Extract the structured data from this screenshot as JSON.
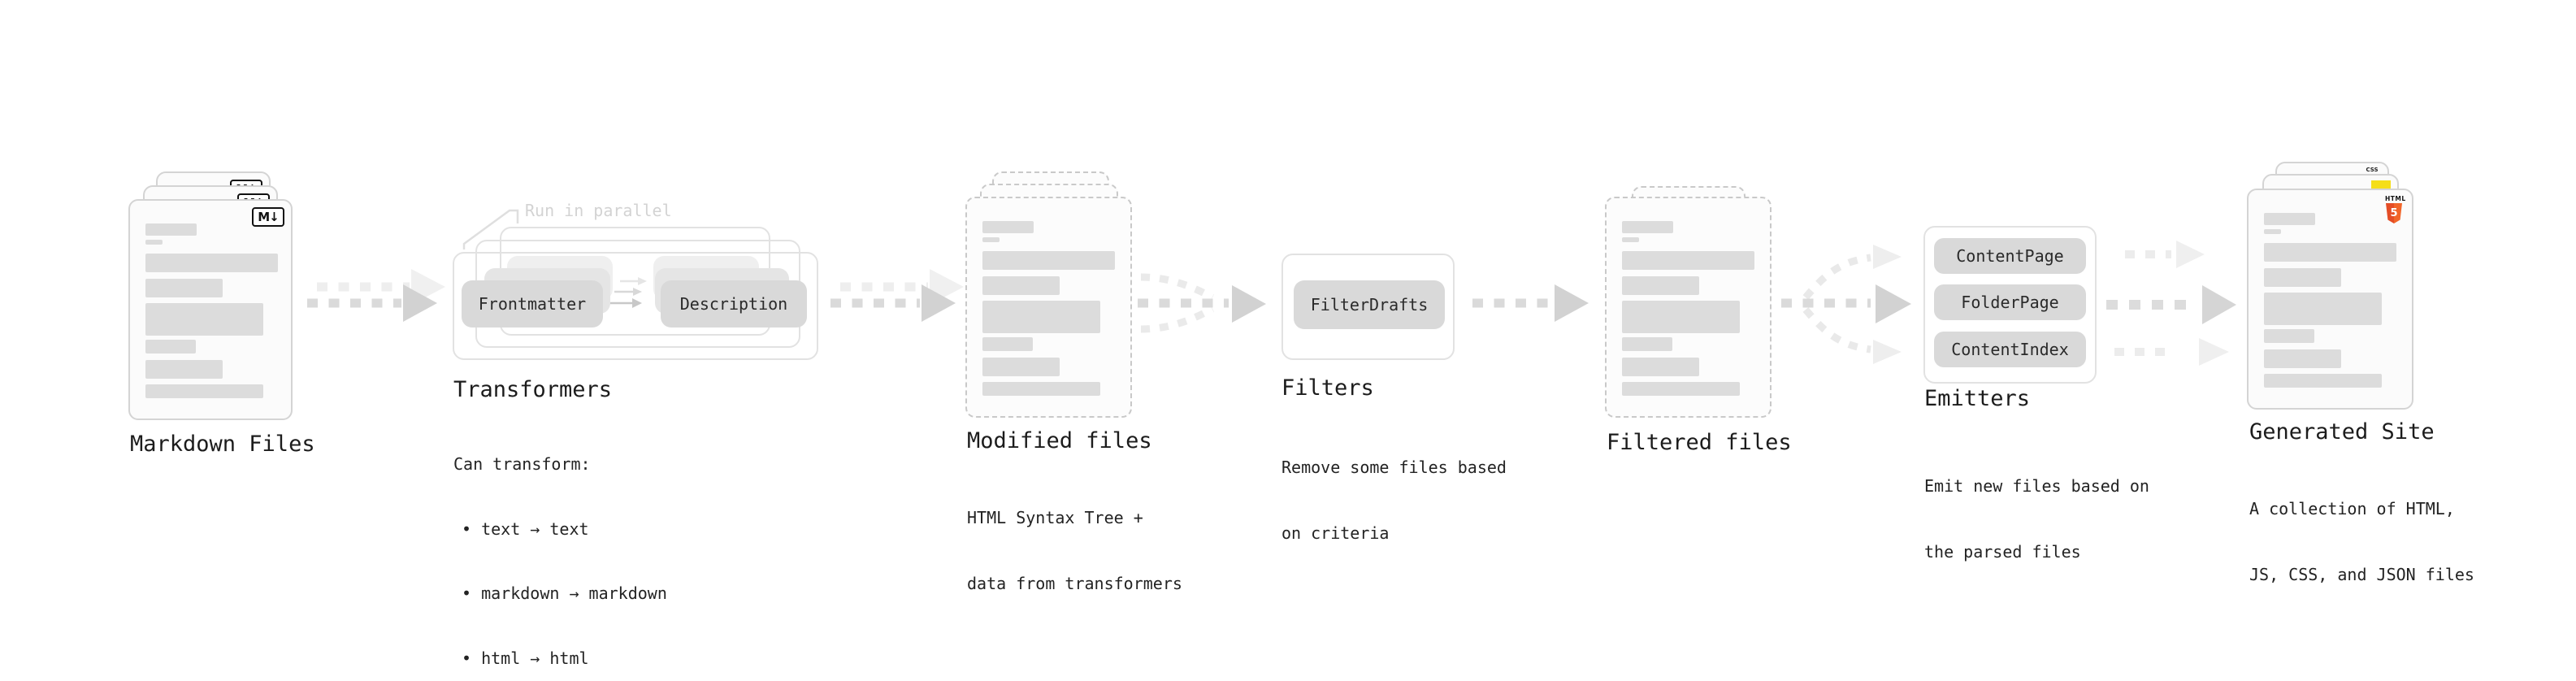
{
  "colors": {
    "css_blue": "#2c65f1",
    "js_yellow": "#f5de19",
    "html_orange": "#e44d26",
    "arrow_gray": "#d9d9d9",
    "ghost_gray": "#eeeeee"
  },
  "stages": {
    "markdown": {
      "label": "Markdown Files",
      "icon": "M↓"
    },
    "transformers": {
      "label": "Transformers",
      "annotation": "Run in parallel",
      "chip_frontmatter": "Frontmatter",
      "chip_description": "Description",
      "caption": [
        "Can transform:",
        "• text → text",
        "• markdown → markdown",
        "• html → html"
      ]
    },
    "modified": {
      "label": "Modified files",
      "caption": [
        "HTML Syntax Tree +",
        "data from transformers"
      ]
    },
    "filters": {
      "label": "Filters",
      "chip": "FilterDrafts",
      "caption": [
        "Remove some files based",
        "on criteria"
      ]
    },
    "filtered": {
      "label": "Filtered files"
    },
    "emitters": {
      "label": "Emitters",
      "chips": [
        "ContentPage",
        "FolderPage",
        "ContentIndex"
      ],
      "caption": [
        "Emit new files based on",
        "the parsed files"
      ]
    },
    "generated": {
      "label": "Generated Site",
      "badges": {
        "css": "CSS",
        "html_word": "HTML",
        "html_num": "5"
      },
      "caption": [
        "A collection of HTML,",
        "JS, CSS, and JSON files"
      ]
    }
  },
  "connections": [
    {
      "from": "Markdown Files",
      "to": "Transformers",
      "style": "double-dashed-arrow"
    },
    {
      "from": "Transformers",
      "to": "Modified files",
      "style": "double-dashed-arrow"
    },
    {
      "from": "Modified files",
      "to": "Filters",
      "style": "merge-3-to-1-dashed-arrow"
    },
    {
      "from": "Filters",
      "to": "Filtered files",
      "style": "dashed-arrow"
    },
    {
      "from": "Filtered files",
      "to": "Emitters",
      "style": "split-1-to-3-dashed-arrow"
    },
    {
      "from": "Emitters",
      "to": "Generated Site",
      "style": "triple-parallel-dashed-arrow"
    }
  ]
}
